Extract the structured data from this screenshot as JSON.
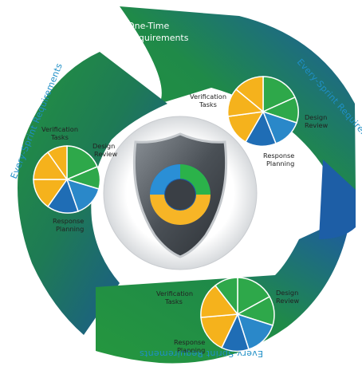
{
  "banner": {
    "line1": "One-Time",
    "line2": "Requirements"
  },
  "ring_labels": {
    "top_right": "Every-Sprint Requirements",
    "left": "Every-Sprint Requirements",
    "bottom": "Every-Sprint Requirements"
  },
  "pie_labels": {
    "verification_1": "Verification",
    "verification_2": "Tasks",
    "design_1": "Design",
    "design_2": "Review",
    "response_1": "Response",
    "response_2": "Planning"
  },
  "colors": {
    "green": "#22953f",
    "blue": "#1c5aa8",
    "orange": "#f6b21b",
    "light_blue": "#2e86c8",
    "ring_text": "#1f8fc6"
  },
  "icons": {
    "center": "shield-icon"
  }
}
